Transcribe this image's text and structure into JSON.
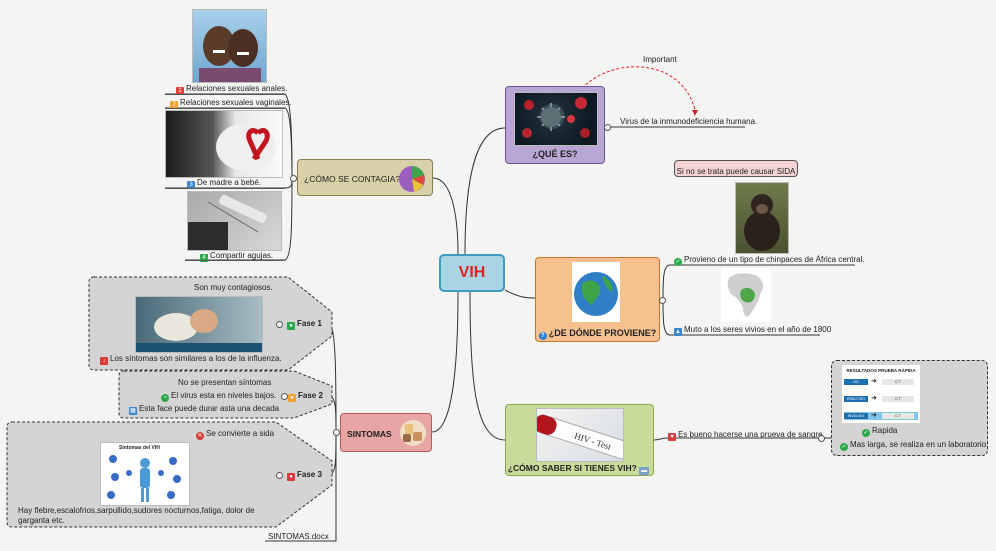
{
  "center": {
    "label": "VIH"
  },
  "que_es": {
    "label": "¿QUÉ ES?",
    "child": "Virus de la inmunodeficiencia humana.",
    "relation": "Important"
  },
  "de_donde": {
    "label": "¿DE DÓNDE PROVIENE?",
    "callout": "Si no se trata puede causar SIDA",
    "item1": "Provieno de un tipo de chinpaces de África central.",
    "item2": "Muto a los seres vivios en el año de 1800"
  },
  "como_saber": {
    "label": "¿CÓMO SABER SI TIENES VIH?",
    "child": "Es bueno hacerse una prueva de sangre.",
    "rapid_title": "RESULTADOS PRUEBA RÁPIDA",
    "rapid_rows": [
      "NO REACTIVO",
      "REACTIVO",
      "INVÁLIDO"
    ],
    "rapid_tags": [
      "C T",
      "C T",
      "C T"
    ],
    "sub1": "Rapida",
    "sub2": "Mas larga, se realiza en un laboratorio."
  },
  "contagia": {
    "label": "¿CÓMO SE CONTAGIA?",
    "items": [
      {
        "num": "1",
        "text": "Relaciones sexuales anales."
      },
      {
        "num": "2",
        "text": "Relaciones sexuales vaginales."
      },
      {
        "num": "3",
        "text": "De madre a bebé."
      },
      {
        "num": "4",
        "text": "Compartir agujas."
      }
    ]
  },
  "sintomas": {
    "label": "SINTOMAS",
    "attachment": "SINTOMAS.docx",
    "fase1": {
      "label": "Fase 1",
      "note": "Son muy contagiosos.",
      "text": "Los síntomas son similares a los de la influenza."
    },
    "fase2": {
      "label": "Fase 2",
      "note": "No se presentan síntomas",
      "line1": "El virus esta en niveles bajos.",
      "line2": "Esta face puede durar asta una decada"
    },
    "fase3": {
      "label": "Fase 3",
      "note": "Se convierte a sida",
      "poster_title": "Síntomas del VIH",
      "text": "Hay flebre,escalofrios,sarpullido,sudores nocturnos,fatiga, dolor de garganta etc."
    }
  },
  "colors": {
    "center_fill": "#a8d4e4",
    "center_border": "#3f9bc0",
    "center_text": "#e0231f",
    "purple": "#b9a6d4",
    "orange": "#f6c08f",
    "green": "#c9dc9c",
    "khaki": "#d8d0a8",
    "pink": "#e8a5a5"
  }
}
